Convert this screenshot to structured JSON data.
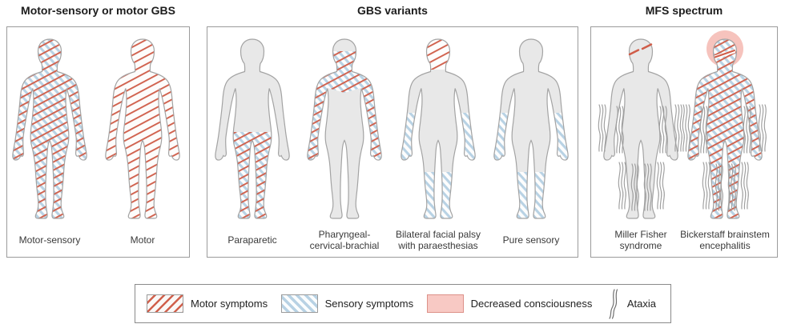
{
  "panels": [
    {
      "title": "Motor-sensory or motor GBS",
      "figures": [
        {
          "name": "motor-sensory",
          "label_lines": [
            "Motor-sensory"
          ]
        },
        {
          "name": "motor",
          "label_lines": [
            "Motor"
          ]
        }
      ]
    },
    {
      "title": "GBS variants",
      "figures": [
        {
          "name": "paraparetic",
          "label_lines": [
            "Paraparetic"
          ]
        },
        {
          "name": "pharyngeal-cervical-brachial",
          "label_lines": [
            "Pharyngeal-",
            "cervical-brachial"
          ]
        },
        {
          "name": "bilateral-facial-palsy",
          "label_lines": [
            "Bilateral facial palsy",
            "with paraesthesias"
          ]
        },
        {
          "name": "pure-sensory",
          "label_lines": [
            "Pure sensory"
          ]
        }
      ]
    },
    {
      "title": "MFS spectrum",
      "figures": [
        {
          "name": "miller-fisher-syndrome",
          "label_lines": [
            "Miller Fisher",
            "syndrome"
          ]
        },
        {
          "name": "bickerstaff-brainstem-encephalitis",
          "label_lines": [
            "Bickerstaff brainstem",
            "encephalitis"
          ]
        }
      ]
    }
  ],
  "legend": {
    "items": [
      {
        "label": "Motor symptoms",
        "swatch": "motor-hatch"
      },
      {
        "label": "Sensory symptoms",
        "swatch": "sensory-hatch"
      },
      {
        "label": "Decreased consciousness",
        "swatch": "pink-fill"
      },
      {
        "label": "Ataxia",
        "swatch": "ataxia-line"
      }
    ]
  },
  "colors": {
    "motor_hatch": "#d0604c",
    "sensory_hatch": "#b8d2e4",
    "decreased_consciousness": "#f8c9c4",
    "halo": "#f5b8b2",
    "body_gray": "#e8e8e8",
    "outline_gray": "#a3a3a3"
  }
}
